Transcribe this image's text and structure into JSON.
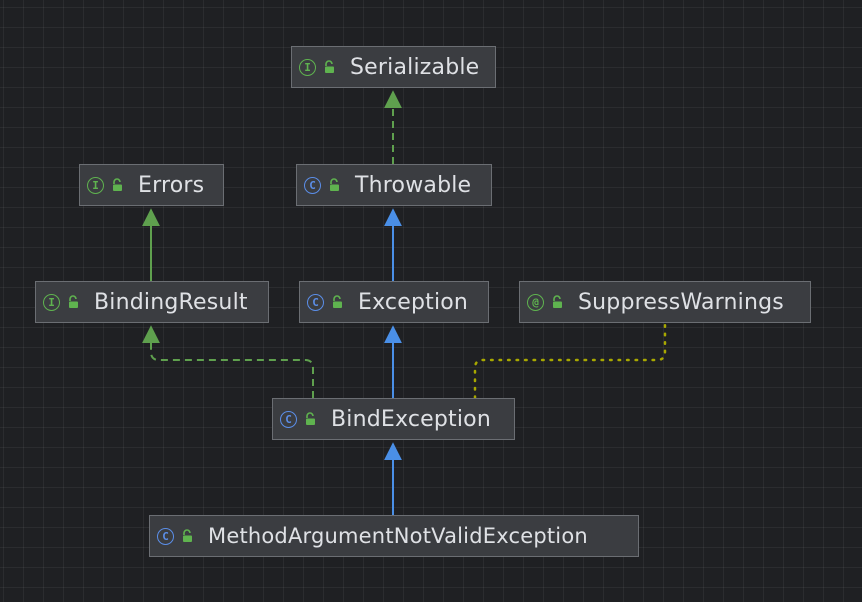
{
  "nodes": [
    {
      "key": "serializable",
      "label": "Serializable",
      "kind": "interface",
      "kind_glyph": "I",
      "kind_icon": "interface-icon"
    },
    {
      "key": "errors",
      "label": "Errors",
      "kind": "interface",
      "kind_glyph": "I",
      "kind_icon": "interface-icon"
    },
    {
      "key": "throwable",
      "label": "Throwable",
      "kind": "class",
      "kind_glyph": "C",
      "kind_icon": "class-icon"
    },
    {
      "key": "binding-result",
      "label": "BindingResult",
      "kind": "interface",
      "kind_glyph": "I",
      "kind_icon": "interface-icon"
    },
    {
      "key": "exception",
      "label": "Exception",
      "kind": "class",
      "kind_glyph": "C",
      "kind_icon": "class-icon"
    },
    {
      "key": "suppress-warnings",
      "label": "SuppressWarnings",
      "kind": "annotation",
      "kind_glyph": "@",
      "kind_icon": "annotation-icon"
    },
    {
      "key": "bind-exception",
      "label": "BindException",
      "kind": "class",
      "kind_glyph": "C",
      "kind_icon": "class-icon"
    },
    {
      "key": "method-argument-not-valid-exception",
      "label": "MethodArgumentNotValidException",
      "kind": "class",
      "kind_glyph": "C",
      "kind_icon": "class-icon"
    }
  ],
  "edges": [
    {
      "from": "throwable",
      "to": "serializable",
      "type": "implements"
    },
    {
      "from": "binding-result",
      "to": "errors",
      "type": "extends-interface"
    },
    {
      "from": "exception",
      "to": "throwable",
      "type": "extends"
    },
    {
      "from": "bind-exception",
      "to": "exception",
      "type": "extends"
    },
    {
      "from": "bind-exception",
      "to": "binding-result",
      "type": "implements"
    },
    {
      "from": "bind-exception",
      "to": "suppress-warnings",
      "type": "annotated-by"
    },
    {
      "from": "method-argument-not-valid-exception",
      "to": "bind-exception",
      "type": "extends"
    }
  ],
  "colors": {
    "background": "#1f2023",
    "node_fill": "#3b3d41",
    "node_border": "#6b6e73",
    "text": "#dfe1e5",
    "class_icon": "#5b8ee8",
    "interface_icon": "#5fb34f",
    "extends_edge": "#4a8fe7",
    "implements_edge": "#5fa04e",
    "annotation_edge": "#a8a800",
    "lock": "#5fb34f"
  }
}
